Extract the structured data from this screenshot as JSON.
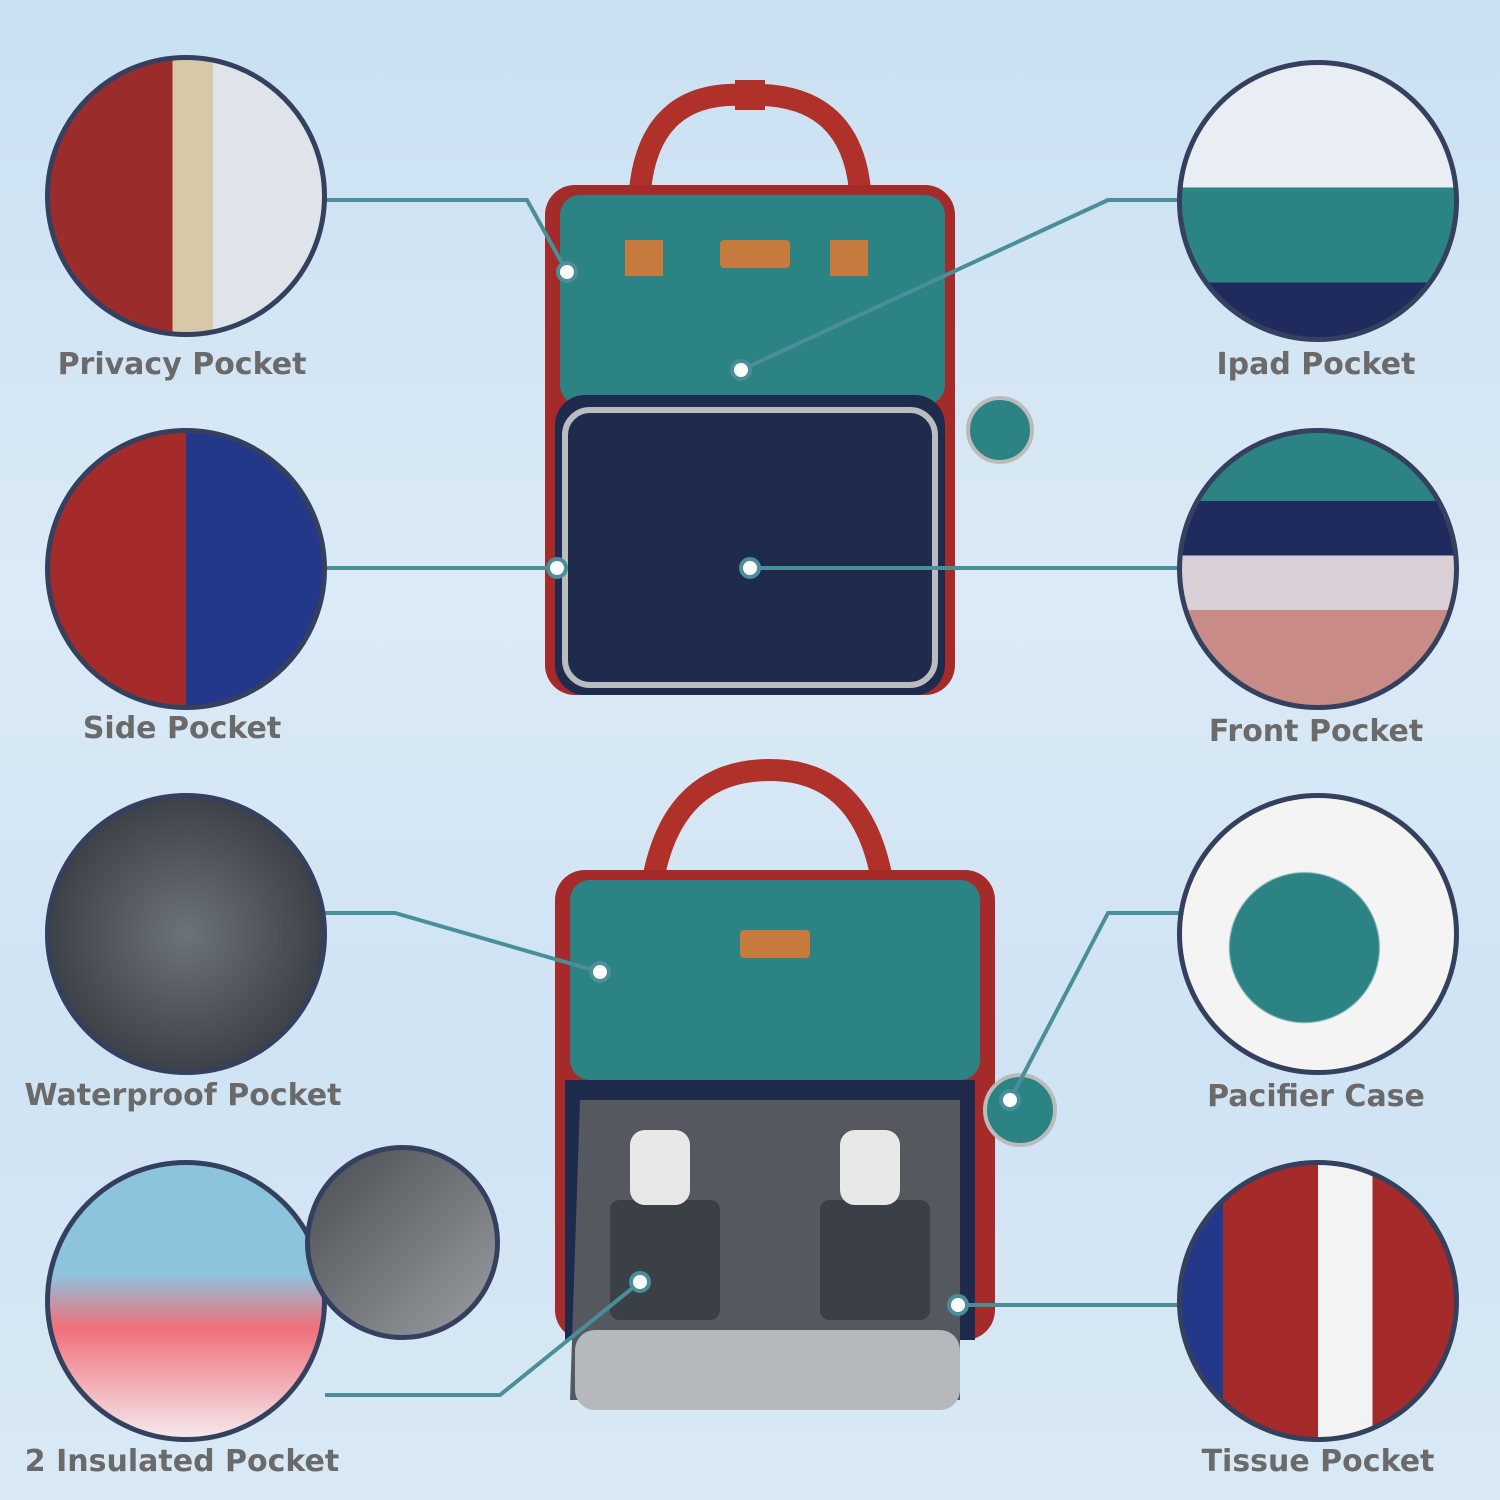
{
  "features": [
    {
      "id": "privacy",
      "label": "Privacy Pocket"
    },
    {
      "id": "ipad",
      "label": "Ipad Pocket"
    },
    {
      "id": "side",
      "label": "Side Pocket"
    },
    {
      "id": "front",
      "label": "Front Pocket"
    },
    {
      "id": "waterproof",
      "label": "Waterproof Pocket"
    },
    {
      "id": "pacifier",
      "label": "Pacifier Case"
    },
    {
      "id": "insulated",
      "label": "2 Insulated Pocket"
    },
    {
      "id": "tissue",
      "label": "Tissue Pocket"
    }
  ],
  "colors": {
    "teal": "#2c7f7f",
    "navy": "#1f2b4d",
    "red": "#a52a2a",
    "line": "#4a8f98",
    "border": "#34405e",
    "label": "#6a6a6a"
  }
}
